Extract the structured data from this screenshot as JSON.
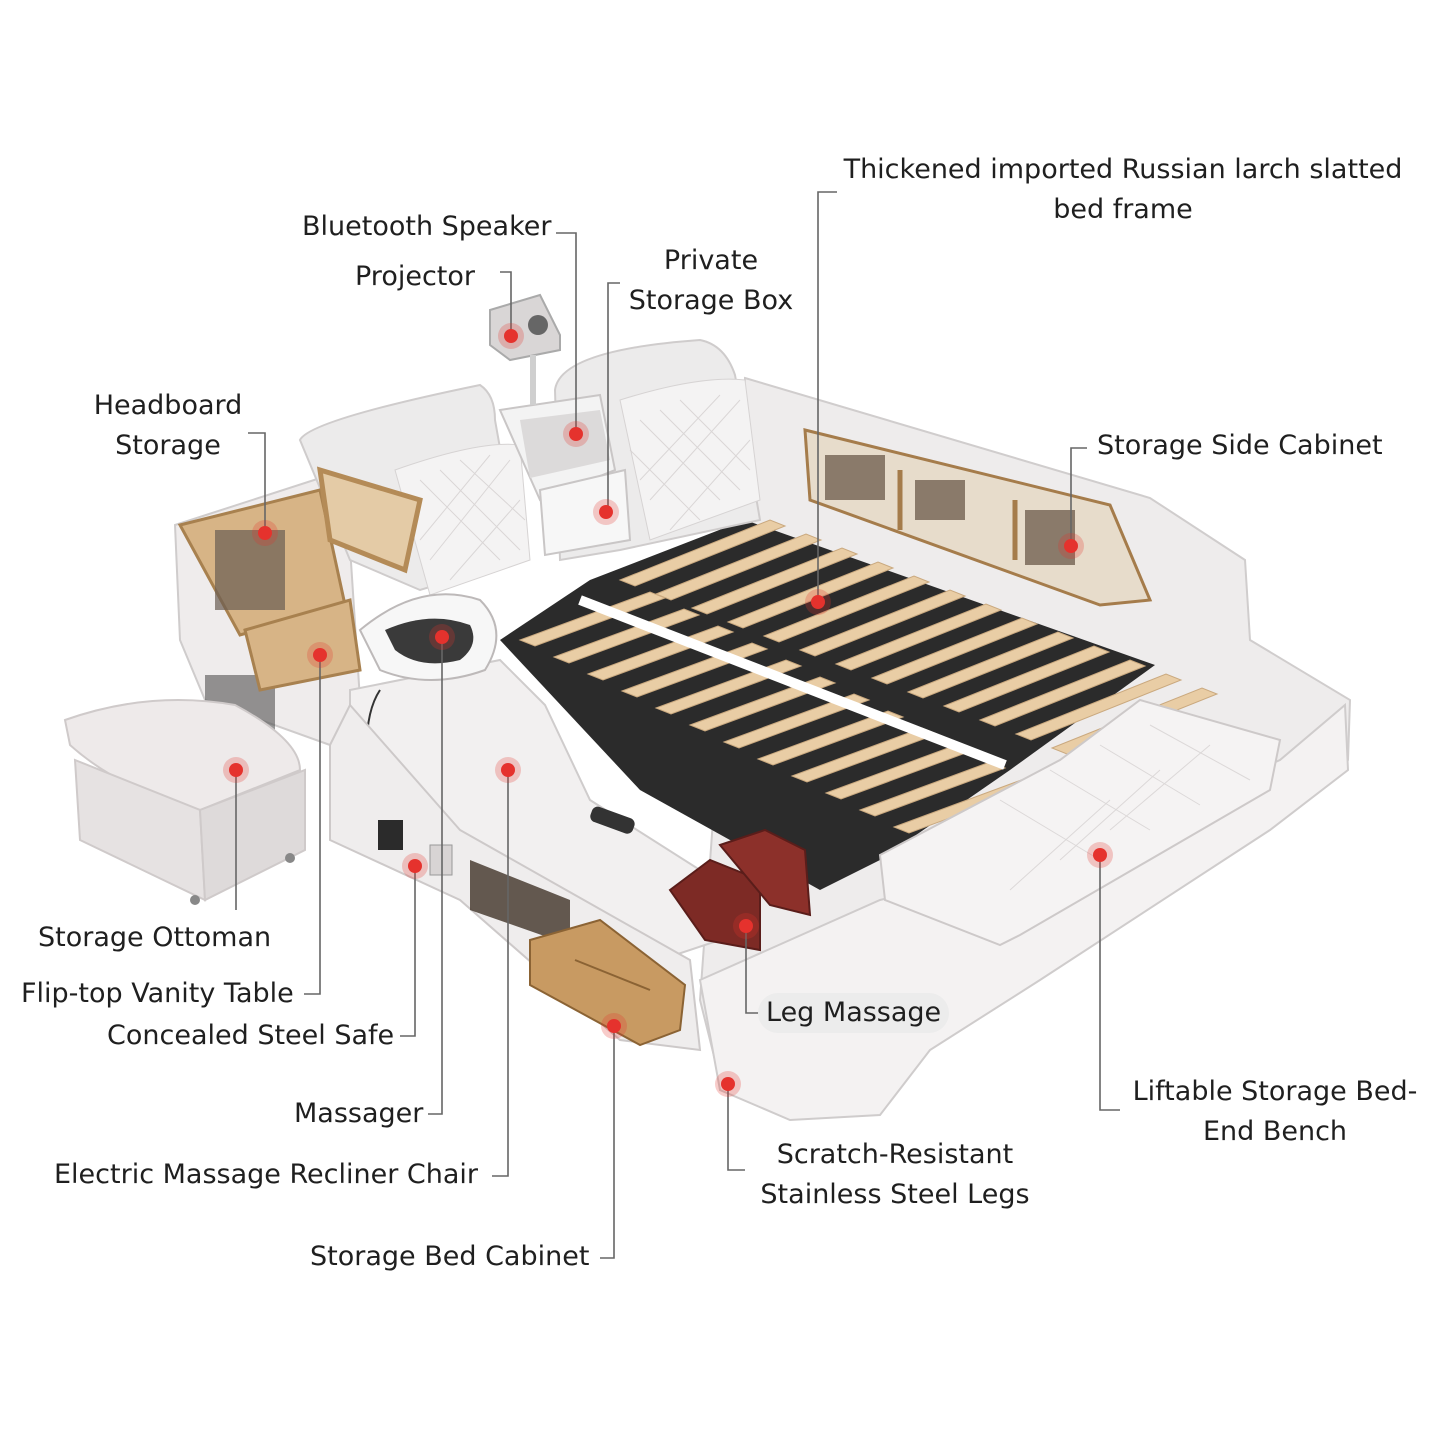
{
  "labels": {
    "bluetooth_speaker": "Bluetooth Speaker",
    "projector": "Projector",
    "private_storage_box": [
      "Private",
      "Storage Box"
    ],
    "slatted_frame": [
      "Thickened imported Russian larch slatted",
      "bed frame"
    ],
    "headboard_storage": [
      "Headboard",
      "Storage"
    ],
    "storage_side_cabinet": "Storage Side Cabinet",
    "storage_ottoman": "Storage Ottoman",
    "flip_top_vanity": "Flip-top Vanity Table",
    "concealed_safe": "Concealed Steel Safe",
    "massager": "Massager",
    "recliner_chair": "Electric Massage Recliner Chair",
    "storage_bed_cabinet": "Storage Bed Cabinet",
    "leg_massage": "Leg Massage",
    "steel_legs": [
      "Scratch-Resistant",
      "Stainless Steel Legs"
    ],
    "bed_end_bench": [
      "Liftable Storage Bed-",
      "End Bench"
    ]
  },
  "colors": {
    "leather": "#f1efef",
    "leather_shade": "#d9d6d6",
    "slat": "#e9cda5",
    "frame": "#2b2b2b",
    "wood": "#b88b57",
    "marker": "#e5322d",
    "leader": "#555555"
  }
}
